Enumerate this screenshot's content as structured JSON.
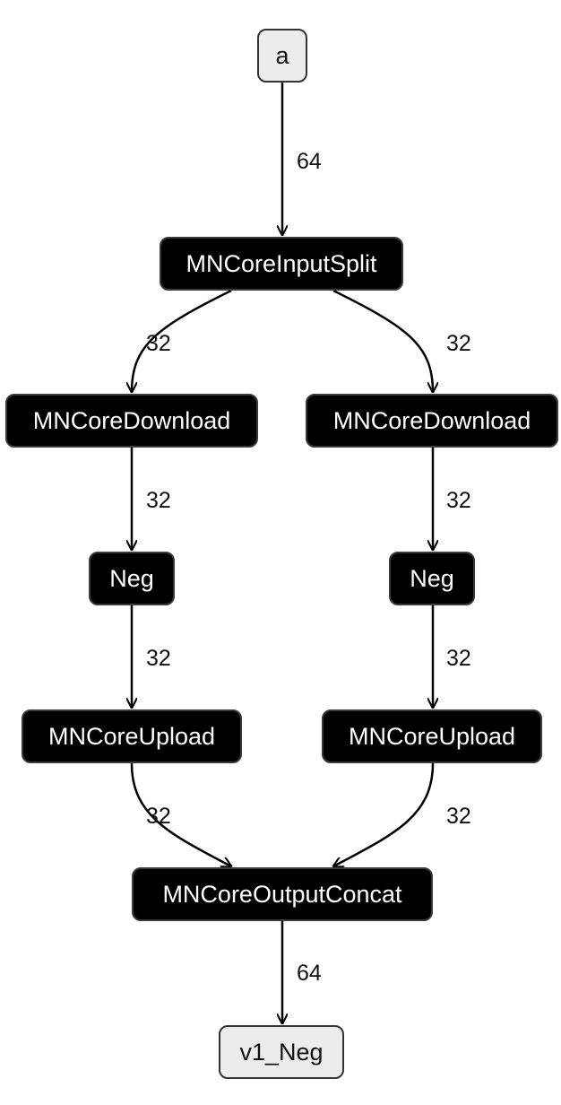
{
  "nodes": {
    "input_a": "a",
    "split": "MNCoreInputSplit",
    "download_left": "MNCoreDownload",
    "download_right": "MNCoreDownload",
    "neg_left": "Neg",
    "neg_right": "Neg",
    "upload_left": "MNCoreUpload",
    "upload_right": "MNCoreUpload",
    "concat": "MNCoreOutputConcat",
    "output": "v1_Neg"
  },
  "edges": {
    "a_to_split": "64",
    "split_to_download_left": "32",
    "split_to_download_right": "32",
    "download_left_to_neg_left": "32",
    "download_right_to_neg_right": "32",
    "neg_left_to_upload_left": "32",
    "neg_right_to_upload_right": "32",
    "upload_left_to_concat": "32",
    "upload_right_to_concat": "32",
    "concat_to_output": "64"
  }
}
